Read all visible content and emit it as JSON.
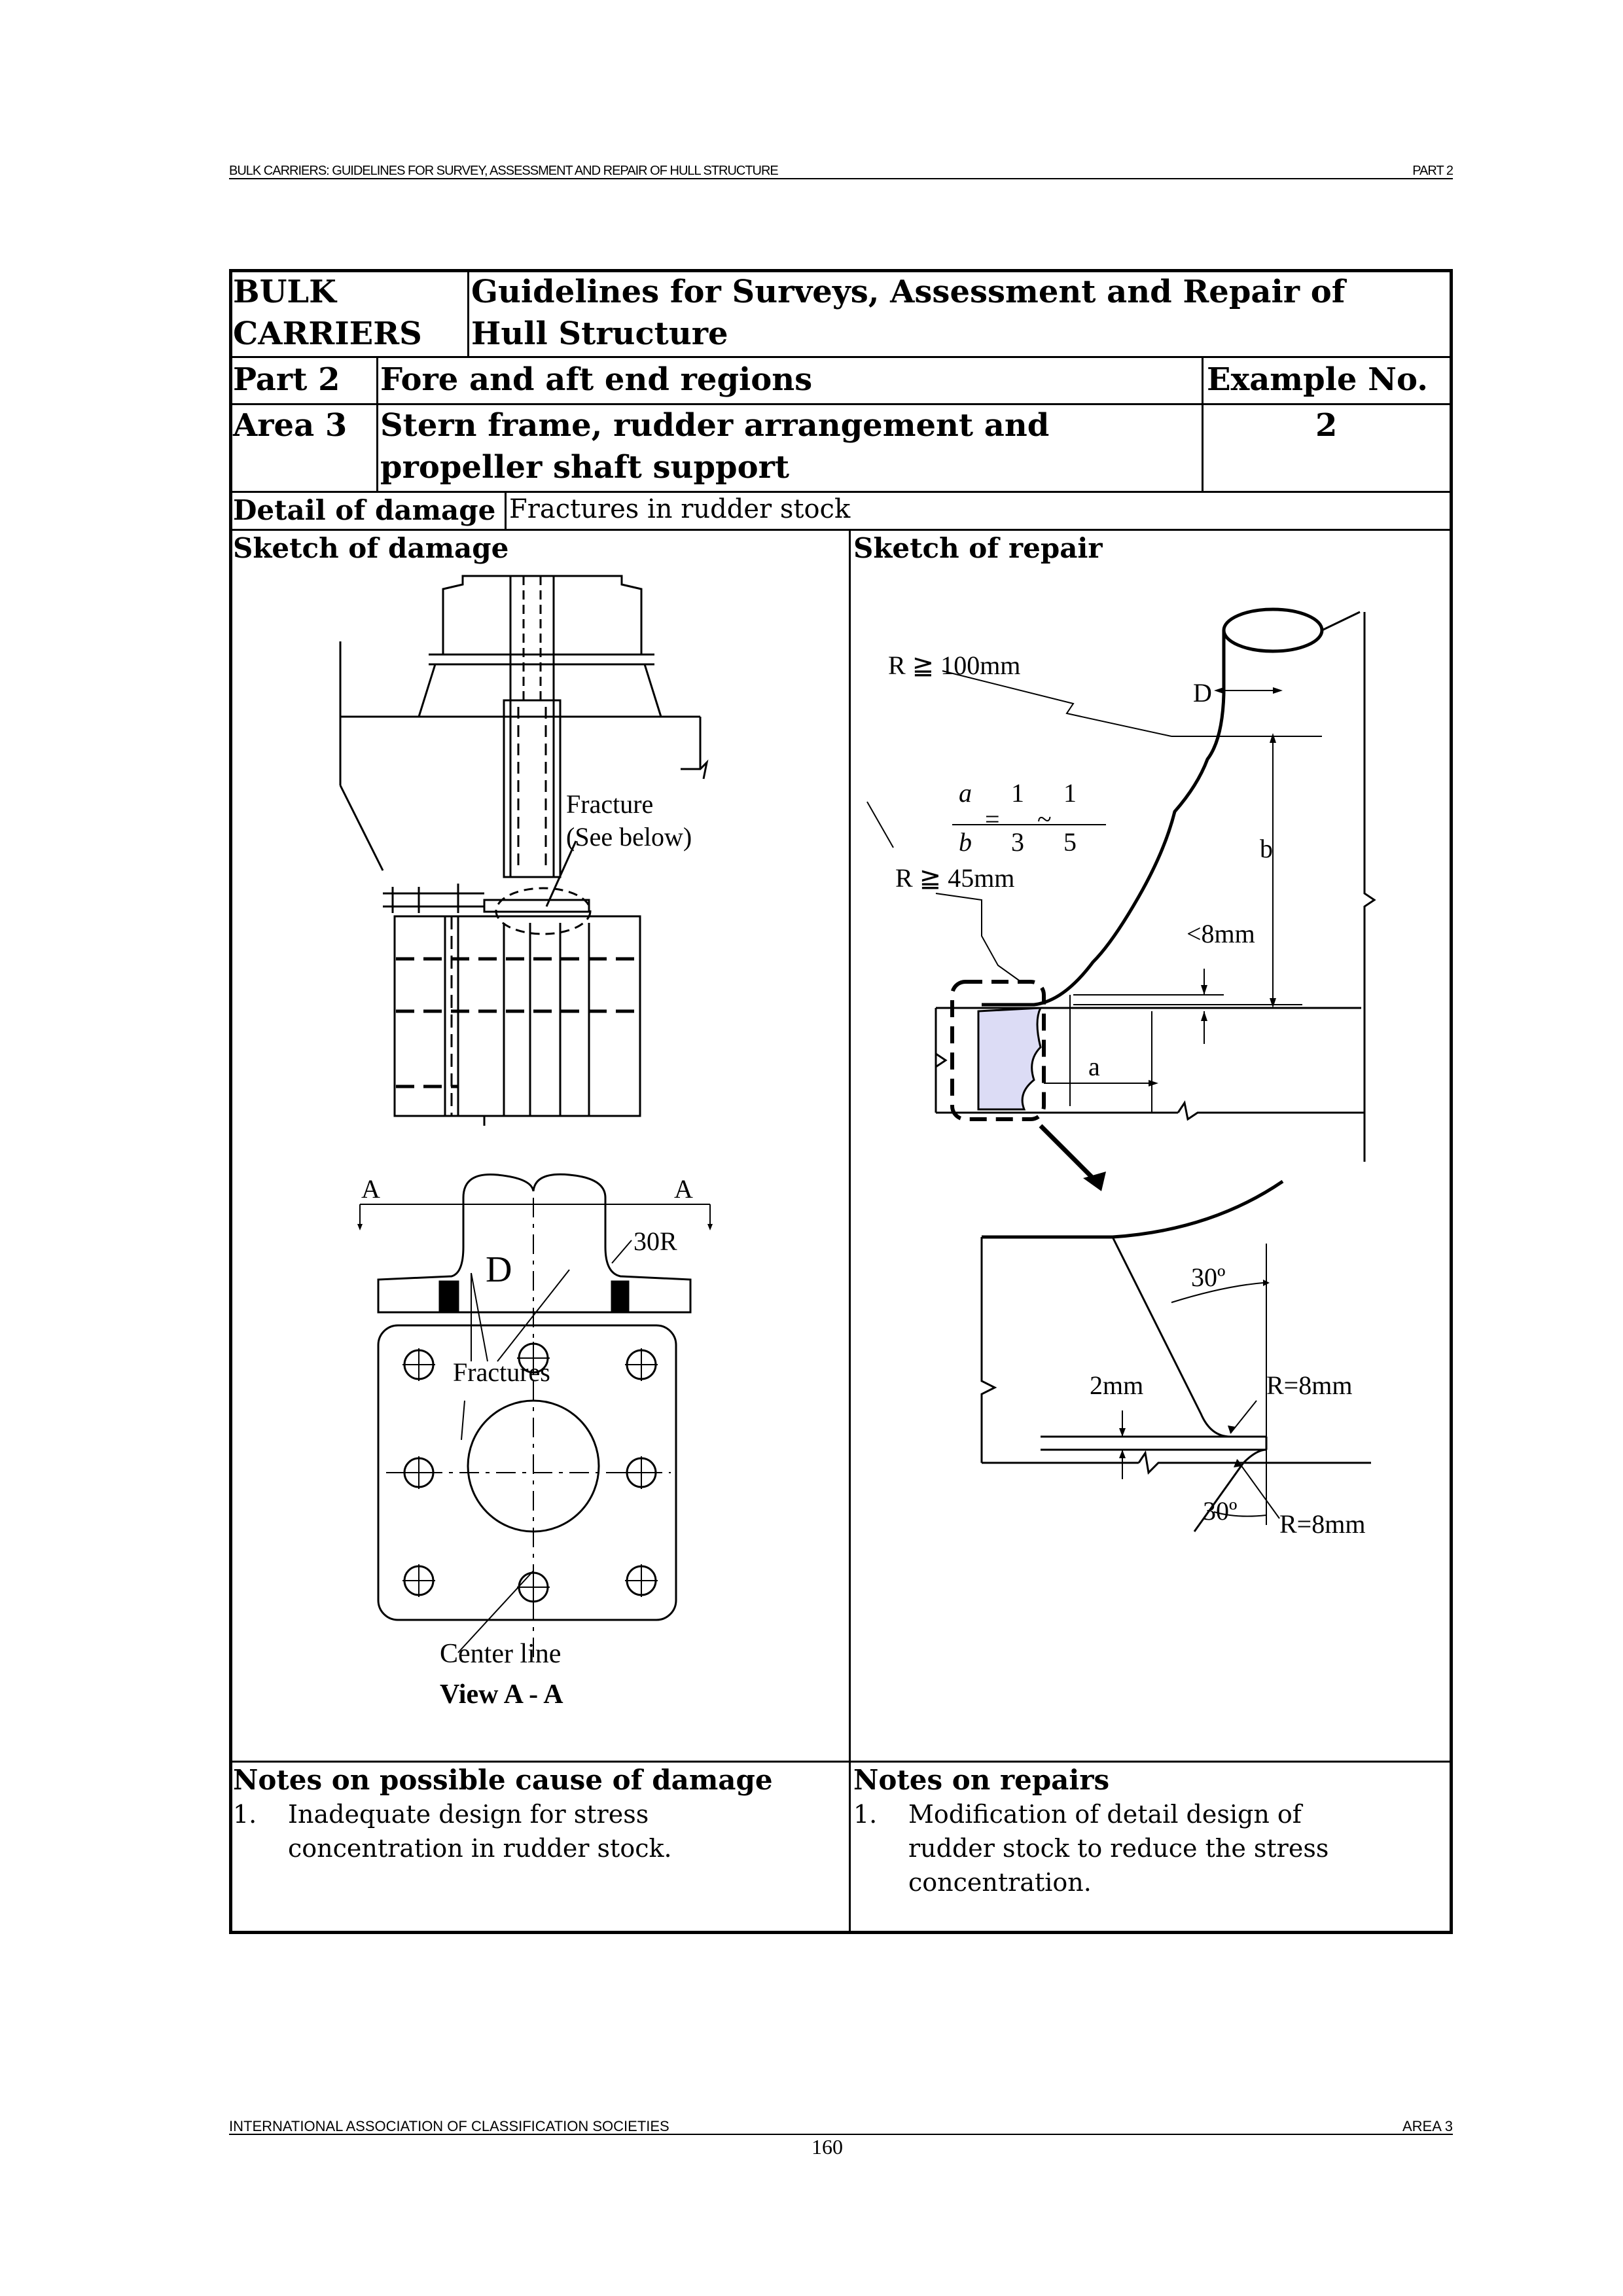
{
  "running_header": {
    "left": "BULK CARRIERS: GUIDELINES FOR SURVEY, ASSESSMENT AND REPAIR OF HULL STRUCTURE",
    "right": "PART 2"
  },
  "title_block": {
    "ship_type_line1": "BULK",
    "ship_type_line2": "CARRIERS",
    "guideline_line1": "Guidelines for Surveys, Assessment and Repair of",
    "guideline_line2": "Hull Structure",
    "part_label": "Part 2",
    "part_title": "Fore and aft end regions",
    "example_label": "Example No.",
    "area_label": "Area 3",
    "area_title_line1": "Stern frame, rudder arrangement and",
    "area_title_line2": "propeller shaft support",
    "example_number": "2"
  },
  "detail": {
    "label": "Detail of damage",
    "value": "Fractures in rudder stock"
  },
  "sketch_damage": {
    "heading": "Sketch of damage",
    "fracture_line1": "Fracture",
    "fracture_line2": "(See below)",
    "section_mark_left": "A",
    "section_mark_right": "A",
    "radius_label": "30R",
    "diameter_label": "D",
    "fractures_label": "Fractures",
    "center_line_label": "Center line",
    "view_label": "View A - A"
  },
  "sketch_repair": {
    "heading": "Sketch of repair",
    "r_top": "R ≧ 100mm",
    "d_label": "D",
    "ratio_a": "a",
    "ratio_b": "b",
    "ratio_eq": "=",
    "ratio_n1": "1",
    "ratio_d1": "3",
    "ratio_tilde": "~",
    "ratio_n2": "1",
    "ratio_d2": "5",
    "r_mid": "R ≧ 45mm",
    "b_label": "b",
    "lt8_label": "<8mm",
    "a_label": "a",
    "angle_top": "30º",
    "gap_label": "2mm",
    "r8_top": "R=8mm",
    "angle_bottom": "30º",
    "r8_bottom": "R=8mm"
  },
  "notes_cause": {
    "heading": "Notes on possible cause of damage",
    "item_number": "1.",
    "item_line1": "Inadequate design for stress",
    "item_line2": "concentration in rudder stock."
  },
  "notes_repair": {
    "heading": "Notes on repairs",
    "item_number": "1.",
    "item_line1": "Modification of detail design of",
    "item_line2": "rudder stock to reduce the stress",
    "item_line3": "concentration."
  },
  "footer": {
    "left": "INTERNATIONAL ASSOCIATION OF CLASSIFICATION SOCIETIES",
    "page": "160",
    "right": "AREA 3"
  },
  "colors": {
    "fracture_fill": "#dcdcf5",
    "ink": "#000000"
  }
}
